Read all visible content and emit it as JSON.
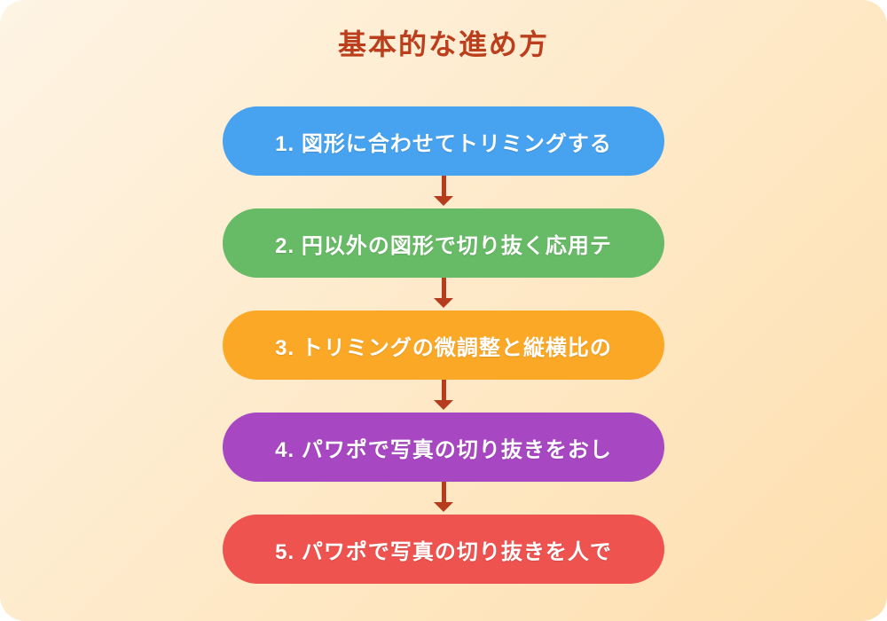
{
  "title": "基本的な進め方",
  "steps": [
    {
      "label": "1. 図形に合わせてトリミングする",
      "color": "#47a2ef"
    },
    {
      "label": "2. 円以外の図形で切り抜く応用テ",
      "color": "#67ba66"
    },
    {
      "label": "3. トリミングの微調整と縦横比の",
      "color": "#fca827"
    },
    {
      "label": "4. パワポで写真の切り抜きをおし",
      "color": "#a847c2"
    },
    {
      "label": "5. パワポで写真の切り抜きを人で",
      "color": "#ee534f"
    }
  ],
  "colors": {
    "title": "#bc3f1d",
    "arrow": "#b53d1e",
    "bg_start": "#fef4e4",
    "bg_end": "#fedfae",
    "step_text": "#ffffff"
  }
}
